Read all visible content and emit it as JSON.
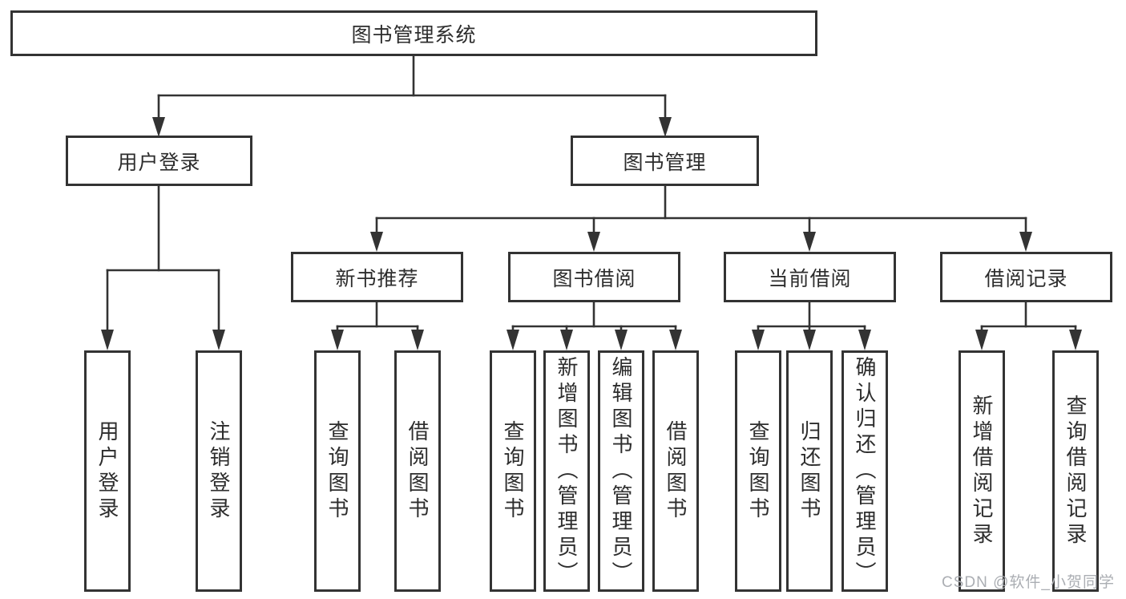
{
  "diagram": {
    "root": {
      "label": "图书管理系统"
    },
    "branches": [
      {
        "label": "用户登录",
        "children": [
          {
            "label": "用户登录"
          },
          {
            "label": "注销登录"
          }
        ]
      },
      {
        "label": "图书管理",
        "children": [
          {
            "label": "新书推荐",
            "children": [
              {
                "label": "查询图书"
              },
              {
                "label": "借阅图书"
              }
            ]
          },
          {
            "label": "图书借阅",
            "children": [
              {
                "label": "查询图书"
              },
              {
                "label": "新增图书（管理员）"
              },
              {
                "label": "编辑图书（管理员）"
              },
              {
                "label": "借阅图书"
              }
            ]
          },
          {
            "label": "当前借阅",
            "children": [
              {
                "label": "查询图书"
              },
              {
                "label": "归还图书"
              },
              {
                "label": "确认归还（管理员）"
              }
            ]
          },
          {
            "label": "借阅记录",
            "children": [
              {
                "label": "新增借阅记录"
              },
              {
                "label": "查询借阅记录"
              }
            ]
          }
        ]
      }
    ]
  },
  "watermark": {
    "text": "CSDN @软件_小贺同学"
  },
  "colors": {
    "line": "#333333",
    "box_border": "#333333",
    "text": "#2d2d2d",
    "watermark": "#abaeb3",
    "background": "#ffffff"
  }
}
